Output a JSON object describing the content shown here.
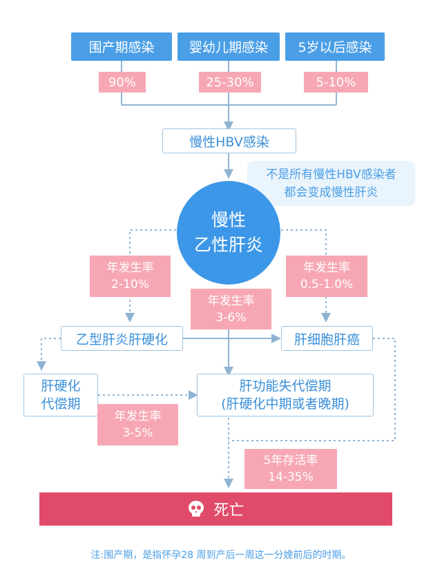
{
  "infection_stages": [
    {
      "label": "围产期感染",
      "rate": "90%"
    },
    {
      "label": "婴幼儿期感染",
      "rate": "25-30%"
    },
    {
      "label": "5岁以后感染",
      "rate": "5-10%"
    }
  ],
  "chronic_infection": "慢性HBV感染",
  "callout": {
    "line1": "不是所有慢性HBV感染者",
    "line2": "都会变成慢性肝炎"
  },
  "hepatitis": {
    "line1": "慢性",
    "line2": "乙性肝炎"
  },
  "rate_label": "年发生率",
  "rates": {
    "cirrhosis": "2-10%",
    "cancer": "0.5-1.0%",
    "decomp_direct": "3-6%",
    "decomp_from_comp": "3-5%"
  },
  "cirrhosis": "乙型肝炎肝硬化",
  "liver_cancer": "肝细胞肝癌",
  "compensated": {
    "line1": "肝硬化",
    "line2": "代偿期"
  },
  "decompensated": {
    "line1": "肝功能失代偿期",
    "line2": "(肝硬化中期或者晚期)"
  },
  "survival": {
    "label": "5年存活率",
    "value": "14-35%"
  },
  "death": {
    "label": "死亡",
    "icon": "skull-icon"
  },
  "note": "注:围产期，是指怀孕28 周到产后一周这一分娩前后的时期。",
  "colors": {
    "blue": "#4a9ee6",
    "pink": "#f7a7b4",
    "red": "#e04b6a",
    "line": "#8fb3d3"
  }
}
